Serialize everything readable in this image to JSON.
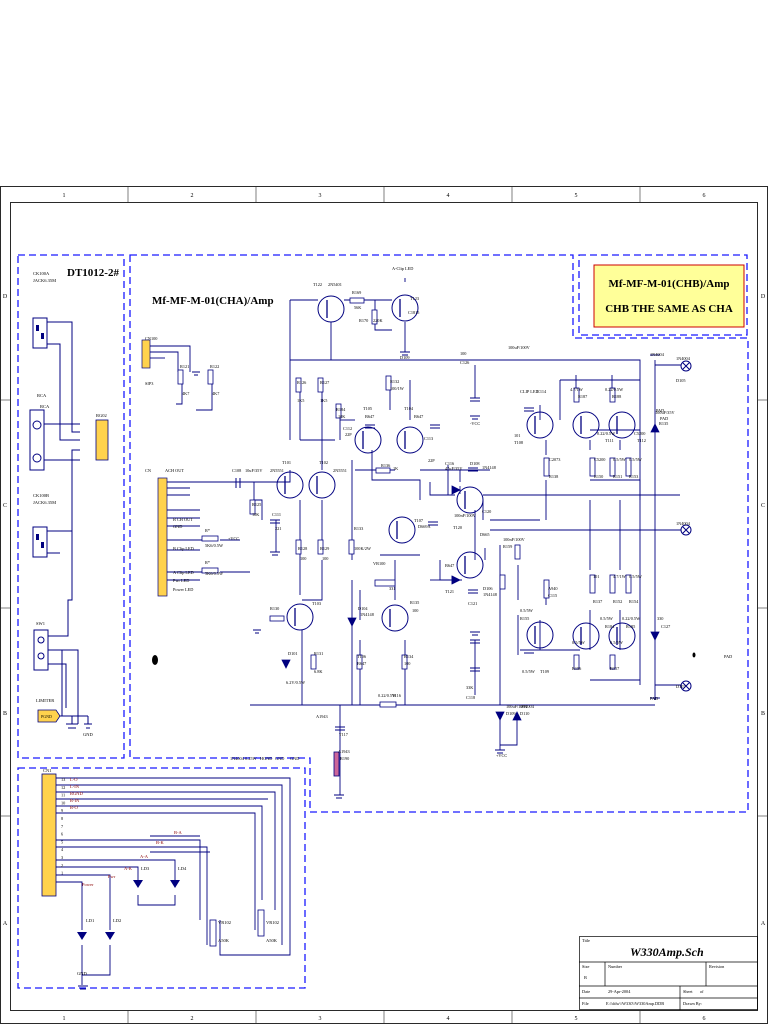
{
  "frame": {
    "col_labels": [
      "1",
      "2",
      "3",
      "4",
      "5",
      "6"
    ],
    "row_labels": [
      "D",
      "C",
      "B",
      "A"
    ]
  },
  "blocks": {
    "input_title": "DT1012-2#",
    "cha_title": "Mf-MF-M-01(CHA)/Amp",
    "chb_title": "Mf-MF-M-01(CHB)/Amp",
    "chb_subtitle": "CHB THE SAME AS CHA"
  },
  "colors": {
    "frame": "#2a2a2a",
    "dash": "#1a1aff",
    "wire": "#000080",
    "label": "#000000",
    "net": "#8b0000",
    "title_box_fill": "#ffff99",
    "title_box_stroke": "#cc0000",
    "connector_fill": "#ffd24d",
    "net_port_fill": "#ffd24d"
  },
  "labels": {
    "input": [
      "CK100A",
      "JACK6.35M",
      "RCA",
      "RCA",
      "CK100B",
      "JACK6.35M",
      "RG02",
      "SW1",
      "LIMITER",
      "PGND",
      "GND"
    ],
    "amp": [
      "CN100",
      "SIP3",
      "R121",
      "4K7",
      "R122",
      "4K7",
      "CN",
      "ACH OUT",
      "B CH OUT",
      "GND",
      "B Clip LED",
      "A Clip LED",
      "Pwr LED",
      "Power LED",
      "C108",
      "10uF/35V",
      "R125",
      "10K",
      "C111",
      "221",
      "R*",
      "5K6/0.5W",
      "R*",
      "5K6/0.5W",
      "+VCC",
      "T101",
      "2N5551",
      "T102",
      "2N5551",
      "R128",
      "100",
      "R129",
      "100",
      "R130",
      "T103",
      "D101",
      "6.2V/0.5W",
      "R131",
      "6.8K",
      "T122",
      "2N5401",
      "R169",
      "56K",
      "R170",
      "220K",
      "T123",
      "C1815",
      "A-Clip LED",
      "R126",
      "1K5",
      "R127",
      "1K5",
      "R184",
      "10K",
      "T105",
      "B647",
      "C112",
      "22P",
      "R132",
      "100/1W",
      "T104",
      "B647",
      "C113",
      "22P",
      "R136",
      "1K",
      "R133",
      "100K/2W",
      "VR100",
      "331",
      "D104",
      "1N4148",
      "T106",
      "B647",
      "R134",
      "100",
      "R135",
      "100",
      "T107",
      "D669A",
      "C116",
      "47uF/35V",
      "D108",
      "1N4148",
      "C120",
      "100nF/100V",
      "T120",
      "D665",
      "B647",
      "T121",
      "D106",
      "1N4148",
      "C121",
      "100nF/100V",
      "R159",
      "100",
      "C126",
      "100uF/100V",
      "CLIP LED",
      "C114",
      "101",
      "T108",
      "C2073",
      "R138",
      "4.7/1W",
      "R187",
      "0.22/0.5W",
      "R188",
      "0.22/0.5W",
      "T111",
      "C5200",
      "T112",
      "C5200",
      "R150",
      "0.5/5W",
      "R151",
      "0.5/5W",
      "R153",
      "0.5/5W",
      "R155",
      "0.5/5W",
      "T109",
      "A940",
      "C115",
      "101",
      "R137",
      "4.7/1W",
      "R152",
      "0.5/5W",
      "R154",
      "0.5/5W",
      "R156",
      "0.5/5W",
      "R157",
      "0.5/5W",
      "R184",
      "0.22/0.5W",
      "R185",
      "0.22/0.5W",
      "T116",
      "A1943",
      "T117",
      "A1943",
      "R190",
      "33K",
      "C118",
      "100uF/35V",
      "R135",
      "330",
      "C127",
      "100uF/100V",
      "D109",
      "1N4004",
      "D110",
      "1N4004",
      "D105",
      "1N4004",
      "D107",
      "1N4004",
      "PAD",
      "PAD",
      "PAD",
      "PAD",
      "+VCC",
      "-VCC",
      "D109",
      "1N4004",
      "0.25W",
      "HGND",
      "GND",
      "GND"
    ],
    "bottom": [
      "CN1",
      "L-O",
      "L-IN",
      "RGND",
      "R-IN",
      "R-O",
      "B-K",
      "B-A",
      "A-K",
      "A-A",
      "Pwr",
      "Power",
      "LD1",
      "LD2",
      "LD3",
      "LD4",
      "VR102",
      "A50K",
      "VR102",
      "A50K",
      "GND"
    ]
  },
  "connector_cn1_pins": [
    "13",
    "12",
    "11",
    "10",
    "9",
    "8",
    "7",
    "6",
    "5",
    "4",
    "3",
    "2",
    "1"
  ],
  "title_block": {
    "title_label": "Title",
    "title": "W330Amp.Sch",
    "size_label": "Size",
    "size": "B",
    "number_label": "Number",
    "revision_label": "Revision",
    "date_label": "Date",
    "date": "29-Apr-2004",
    "sheet_label": "Sheet",
    "sheet": "of",
    "file_label": "File",
    "file": "E:\\\\ddw\\\\W330\\\\W330Amp.DDB",
    "drawn_label": "Drawn By:"
  }
}
